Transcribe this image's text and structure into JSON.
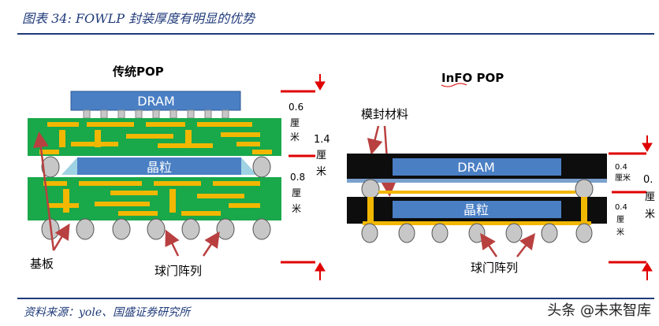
{
  "figure_title": "图表 34:  FOWLP 封装厚度有明显的优势",
  "source_note": "资料来源：yole、国盛证券研究所",
  "watermark": "头条 @未来智库",
  "left": {
    "title": "传统POP",
    "dram": "DRAM",
    "die": "晶粒",
    "thickness_top": [
      "0.6",
      "厘",
      "米"
    ],
    "thickness_total": [
      "1.4",
      "厘",
      "米"
    ],
    "thickness_bottom": [
      "0.8",
      "厘",
      "米"
    ],
    "substrate_label": "基板",
    "bga_label": "球门阵列"
  },
  "right": {
    "title": "InFO POP",
    "molding_label": "模封材料",
    "dram": "DRAM",
    "die": "晶粒",
    "thickness_top": [
      "0.4",
      "厘米"
    ],
    "thickness_total": [
      "0.",
      "厘",
      "米"
    ],
    "thickness_bottom": [
      "0.4",
      "厘",
      "米"
    ],
    "bga_label": "球门阵列"
  },
  "colors": {
    "title_blue": "#1f3a7a",
    "dram_blue": "#4a7fc4",
    "pcb_green": "#19a84a",
    "solder_gold": "#f2b700",
    "ball_gray": "#c7c7c7",
    "molding_black": "#0d0d0d",
    "marker_red": "#e00000",
    "arrow_red": "#b94040"
  }
}
